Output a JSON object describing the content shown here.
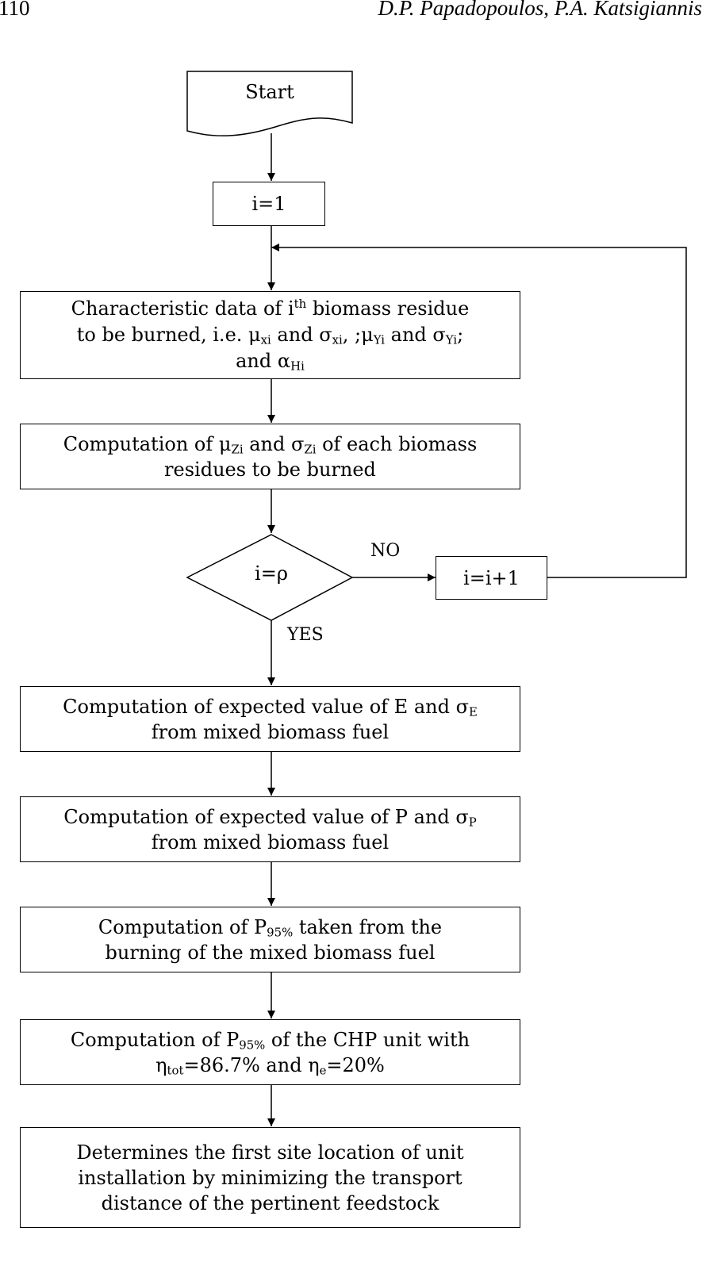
{
  "header": {
    "page_number": "110",
    "authors": "D.P. Papadopoulos, P.A. Katsigiannis"
  },
  "flowchart": {
    "start": "Start",
    "init": "i=1",
    "step_characteristic": {
      "line1_pre": "Characteristic data of ",
      "line1_i": "i",
      "line1_sup": "th",
      "line1_post": " biomass residue",
      "line2_pre": "to be burned, i.e. ",
      "mu": "μ",
      "sub_xi": "xi",
      "and": " and ",
      "sigma": "σ",
      "sep": ", ;",
      "sub_yi": "Yi",
      "end": ";",
      "line3_pre": "and ",
      "alpha": "α",
      "sub_hi": "Hi"
    },
    "step_mu_z": {
      "pre": "Computation of ",
      "mu": "μ",
      "sub_zi": "Zi",
      "and": " and ",
      "sigma": "σ",
      "post": " of each biomass",
      "line2": "residues to be burned"
    },
    "decision": "i=ρ",
    "no_label": "NO",
    "yes_label": "YES",
    "increment": "i=i+1",
    "step_E": {
      "pre": "Computation of expected value of E and ",
      "sigma": "σ",
      "sub": "E",
      "line2": "from mixed biomass fuel"
    },
    "step_P": {
      "pre": "Computation of expected value of P and ",
      "sigma": "σ",
      "sub": "P",
      "line2": "from mixed biomass fuel"
    },
    "step_P95": {
      "pre": "Computation of P",
      "sub": "95%",
      "post": " taken from the",
      "line2": "burning of the mixed biomass fuel"
    },
    "step_chp": {
      "pre": "Computation of P",
      "sub": "95%",
      "post": " of the CHP unit with",
      "eta": "η",
      "sub_tot": "tot",
      "mid": "=86.7% and ",
      "sub_e": "e",
      "end": "=20%"
    },
    "step_site": {
      "line1": "Determines the first site location of unit",
      "line2": "installation by minimizing the transport",
      "line3": "distance of the pertinent feedstock"
    }
  }
}
